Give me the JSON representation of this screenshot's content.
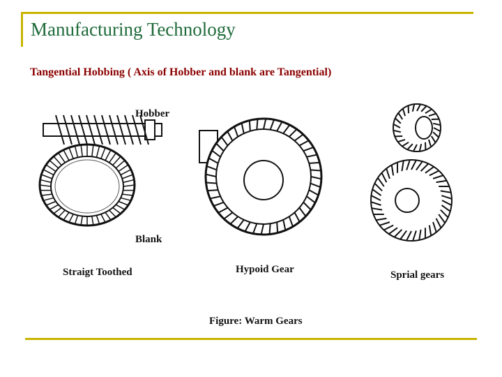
{
  "slide": {
    "title": "Manufacturing Technology",
    "subtitle": "Tangential Hobbing ( Axis of Hobber and blank are Tangential)"
  },
  "figure": {
    "label_hobber": "Hobber",
    "label_blank": "Blank",
    "label_straight": "Straigt Toothed",
    "label_hypoid": "Hypoid Gear",
    "label_spiral": "Sprial gears",
    "caption": "Figure: Warm Gears"
  },
  "colors": {
    "accent": "#c8b400",
    "title": "#1e6a3a",
    "subtitle": "#8b0000"
  }
}
